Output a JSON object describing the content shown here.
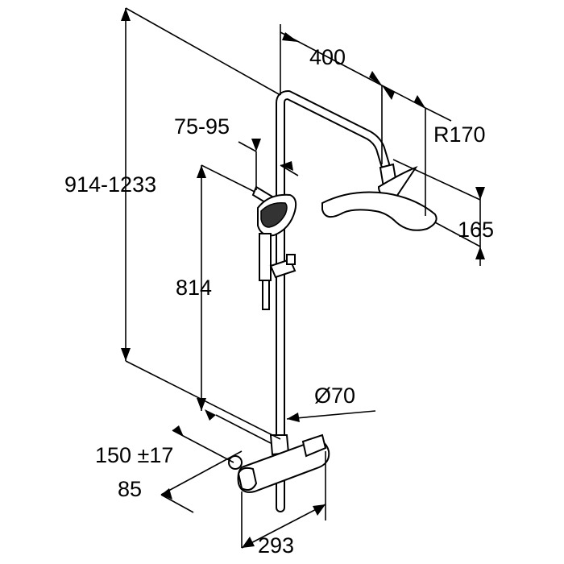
{
  "dimensions": {
    "height_range": "914-1233",
    "arm_length": "400",
    "head_radius": "R170",
    "hand_holder": "75-95",
    "rail_height": "814",
    "head_height": "165",
    "pipe_diameter": "Ø70",
    "center_distance": "150 ±17",
    "wall_offset": "85",
    "mixer_width": "293"
  }
}
